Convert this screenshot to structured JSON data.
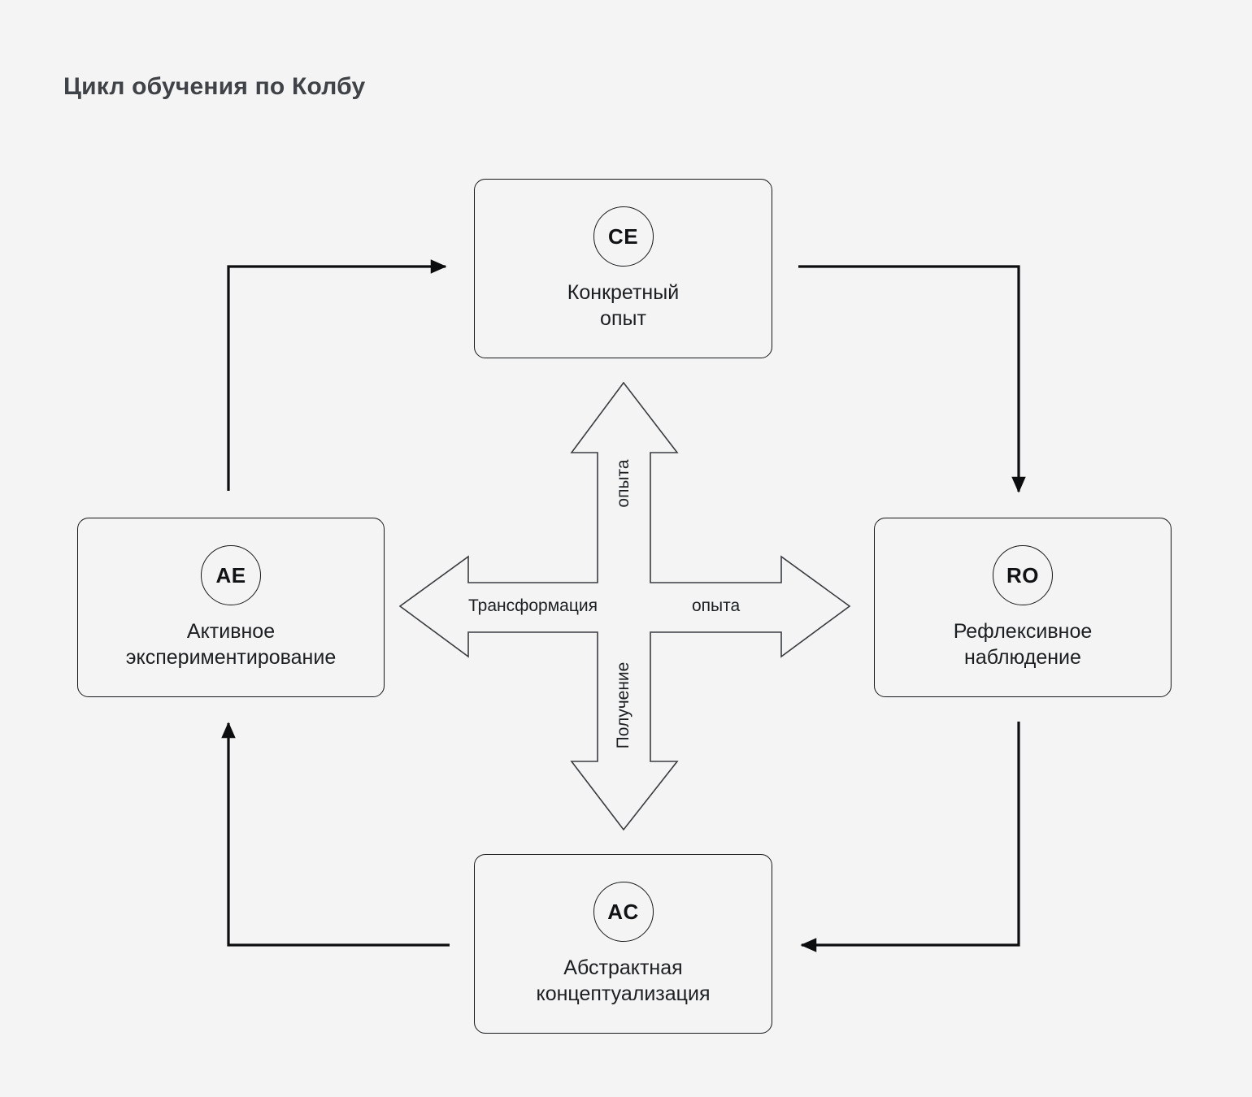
{
  "title": "Цикл обучения по Колбу",
  "theme": {
    "background": "#f4f4f4",
    "node_fill": "#f4f4f4",
    "node_border": "#16181a",
    "title_color": "#3f4246",
    "connector_color": "#0c0d0e",
    "cross_stroke": "#3a3d40",
    "text_color": "#1c1f22"
  },
  "nodes": [
    {
      "id": "ce",
      "abbr": "CE",
      "label": "Конкретный\nопыт",
      "position": "top"
    },
    {
      "id": "ro",
      "abbr": "RO",
      "label": "Рефлексивное\nнаблюдение",
      "position": "right"
    },
    {
      "id": "ac",
      "abbr": "AC",
      "label": "Абстрактная\nконцептуализация",
      "position": "bottom"
    },
    {
      "id": "ae",
      "abbr": "AE",
      "label": "Активное\nэкспериментирование",
      "position": "left"
    }
  ],
  "axes": {
    "top_label": "опыта",
    "bottom_label": "Получение",
    "left_label": "Трансформация",
    "right_label": "опыта"
  },
  "connectors": [
    {
      "id": "ae-to-ce",
      "from": "AE",
      "to": "CE",
      "direction": "up-then-right"
    },
    {
      "id": "ce-to-ro",
      "from": "CE",
      "to": "RO",
      "direction": "right-then-down"
    },
    {
      "id": "ro-to-ac",
      "from": "RO",
      "to": "AC",
      "direction": "down-then-left"
    },
    {
      "id": "ac-to-ae",
      "from": "AC",
      "to": "AE",
      "direction": "left-then-up"
    }
  ]
}
